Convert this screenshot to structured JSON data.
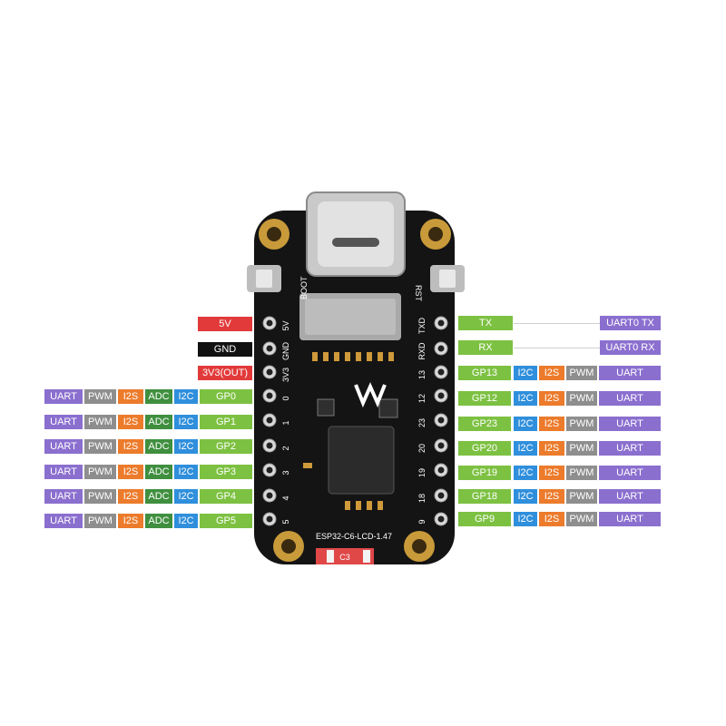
{
  "power_labels": [
    "5V",
    "GND",
    "3V3(OUT)"
  ],
  "left_pins": [
    {
      "uart": "UART",
      "pwm": "PWM",
      "i2s": "I2S",
      "adc": "ADC",
      "i2c": "I2C",
      "gpio": "GP0"
    },
    {
      "uart": "UART",
      "pwm": "PWM",
      "i2s": "I2S",
      "adc": "ADC",
      "i2c": "I2C",
      "gpio": "GP1"
    },
    {
      "uart": "UART",
      "pwm": "PWM",
      "i2s": "I2S",
      "adc": "ADC",
      "i2c": "I2C",
      "gpio": "GP2"
    },
    {
      "uart": "UART",
      "pwm": "PWM",
      "i2s": "I2S",
      "adc": "ADC",
      "i2c": "I2C",
      "gpio": "GP3"
    },
    {
      "uart": "UART",
      "pwm": "PWM",
      "i2s": "I2S",
      "adc": "ADC",
      "i2c": "I2C",
      "gpio": "GP4"
    },
    {
      "uart": "UART",
      "pwm": "PWM",
      "i2s": "I2S",
      "adc": "ADC",
      "i2c": "I2C",
      "gpio": "GP5"
    }
  ],
  "right_top": [
    {
      "pin": "TX",
      "func": "UART0 TX"
    },
    {
      "pin": "RX",
      "func": "UART0 RX"
    }
  ],
  "right_pins": [
    {
      "gpio": "GP13",
      "i2c": "I2C",
      "i2s": "I2S",
      "pwm": "PWM",
      "uart": "UART"
    },
    {
      "gpio": "GP12",
      "i2c": "I2C",
      "i2s": "I2S",
      "pwm": "PWM",
      "uart": "UART"
    },
    {
      "gpio": "GP23",
      "i2c": "I2C",
      "i2s": "I2S",
      "pwm": "PWM",
      "uart": "UART"
    },
    {
      "gpio": "GP20",
      "i2c": "I2C",
      "i2s": "I2S",
      "pwm": "PWM",
      "uart": "UART"
    },
    {
      "gpio": "GP19",
      "i2c": "I2C",
      "i2s": "I2S",
      "pwm": "PWM",
      "uart": "UART"
    },
    {
      "gpio": "GP18",
      "i2c": "I2C",
      "i2s": "I2S",
      "pwm": "PWM",
      "uart": "UART"
    },
    {
      "gpio": "GP9",
      "i2c": "I2C",
      "i2s": "I2S",
      "pwm": "PWM",
      "uart": "UART"
    }
  ],
  "board": {
    "model": "ESP32-C6-LCD-1.47",
    "boot": "BOOT",
    "rst": "RST",
    "chip_badge": "C3",
    "left_silk": [
      "5V",
      "GND",
      "3V3",
      "0",
      "1",
      "2",
      "3",
      "4",
      "5"
    ],
    "right_silk": [
      "TXD",
      "RXD",
      "13",
      "12",
      "23",
      "20",
      "19",
      "18",
      "9"
    ]
  },
  "colors": {
    "uart": "#8b6fcf",
    "pwm": "#8e8e8e",
    "i2s": "#ec7b2c",
    "adc": "#3f8f3f",
    "i2c": "#2f8fdc",
    "gpio": "#7dc142",
    "power": "#e23a3a",
    "gnd": "#111111"
  }
}
